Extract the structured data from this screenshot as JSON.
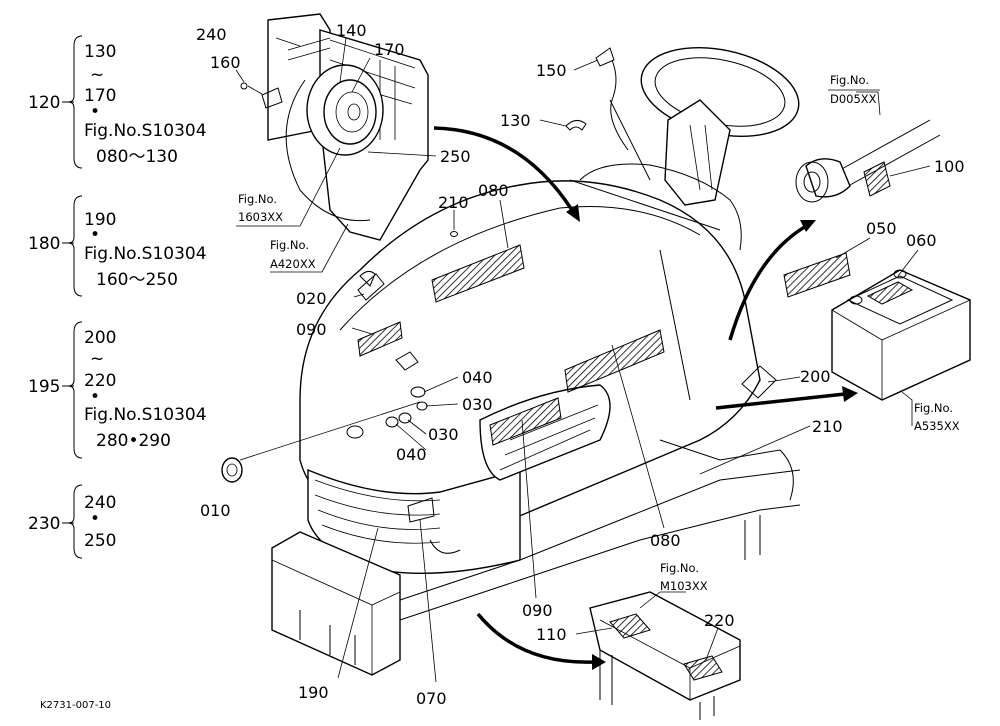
{
  "drawing_code": "K2731-007-10",
  "legend": [
    {
      "group": "120",
      "lines": [
        "130",
        "~",
        "170",
        "•",
        "Fig.No.S10304",
        "080～130"
      ]
    },
    {
      "group": "180",
      "lines": [
        "190",
        "•",
        "Fig.No.S10304",
        "160～250"
      ]
    },
    {
      "group": "195",
      "lines": [
        "200",
        "~",
        "220",
        "•",
        "Fig.No.S10304",
        "280•290"
      ]
    },
    {
      "group": "230",
      "lines": [
        "240",
        "•",
        "250"
      ]
    }
  ],
  "callouts": {
    "c240": "240",
    "c140": "140",
    "c170": "170",
    "c160": "160",
    "c250": "250",
    "c150": "150",
    "c130": "130",
    "c210a": "210",
    "c080a": "080",
    "c100": "100",
    "c050": "050",
    "c060": "060",
    "c020": "020",
    "c090a": "090",
    "c040a": "040",
    "c030a": "030",
    "c030b": "030",
    "c040b": "040",
    "c200": "200",
    "c210b": "210",
    "c010": "010",
    "c080b": "080",
    "c090b": "090",
    "c110": "110",
    "c220": "220",
    "c190": "190",
    "c070": "070"
  },
  "figrefs": {
    "f1603": [
      "Fig.No.",
      "1603XX"
    ],
    "fA420": [
      "Fig.No.",
      "A420XX"
    ],
    "fD005": [
      "Fig.No.",
      "D005XX"
    ],
    "fA535": [
      "Fig.No.",
      "A535XX"
    ],
    "fM103": [
      "Fig.No.",
      "M103XX"
    ]
  }
}
